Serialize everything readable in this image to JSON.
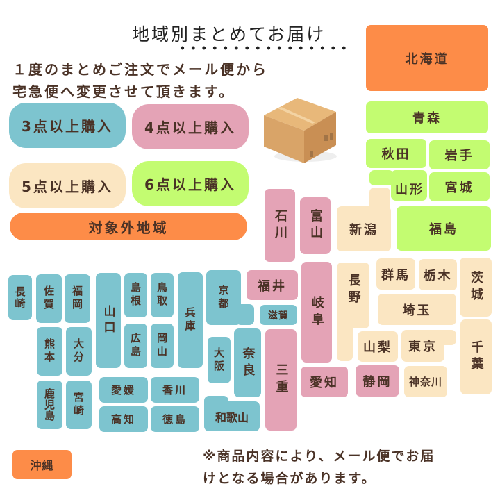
{
  "header": {
    "title": "地域別まとめてお届け",
    "intro_line1": "１度のまとめご注文でメール便から",
    "intro_line2": "宅急便へ変更させて頂きます。"
  },
  "legend": {
    "items": [
      {
        "label": "3点以上購入",
        "color": "#7dc4cf"
      },
      {
        "label": "4点以上購入",
        "color": "#e4a3b6"
      },
      {
        "label": "5点以上購入",
        "color": "#fbe6c2"
      },
      {
        "label": "6点以上購入",
        "color": "#c3fc71"
      },
      {
        "label": "対象外地域",
        "color": "#fd8c48"
      }
    ]
  },
  "illustration": {
    "icon": "cardboard-box-icon"
  },
  "prefectures": {
    "hokkaido": "北海道",
    "aomori": "青森",
    "akita": "秋田",
    "iwate": "岩手",
    "yamagata": "山形",
    "miyagi": "宮城",
    "ishikawa": "石川",
    "toyama": "富山",
    "niigata": "新潟",
    "fukushima": "福島",
    "nagasaki": "長崎",
    "saga": "佐賀",
    "fukuoka": "福岡",
    "yamaguchi": "山口",
    "shimane": "島根",
    "tottori": "鳥取",
    "hyogo": "兵庫",
    "kyoto": "京都",
    "fukui": "福井",
    "shiga": "滋賀",
    "gifu": "岐阜",
    "nagano": "長野",
    "gunma": "群馬",
    "tochigi": "栃木",
    "ibaraki": "茨城",
    "saitama": "埼玉",
    "kumamoto": "熊本",
    "oita": "大分",
    "hiroshima": "広島",
    "okayama": "岡山",
    "osaka": "大阪",
    "nara": "奈良",
    "mie": "三重",
    "yamanashi": "山梨",
    "tokyo": "東京",
    "chiba": "千葉",
    "kagoshima": "鹿児島",
    "miyazaki": "宮崎",
    "ehime": "愛媛",
    "kagawa": "香川",
    "kochi": "高知",
    "tokushima": "徳島",
    "wakayama": "和歌山",
    "aichi": "愛知",
    "shizuoka": "静岡",
    "kanagawa": "神奈川",
    "okinawa": "沖縄"
  },
  "footer": {
    "note_line1": "※商品内容により、メール便でお届",
    "note_line2": "けとなる場合があります。"
  }
}
